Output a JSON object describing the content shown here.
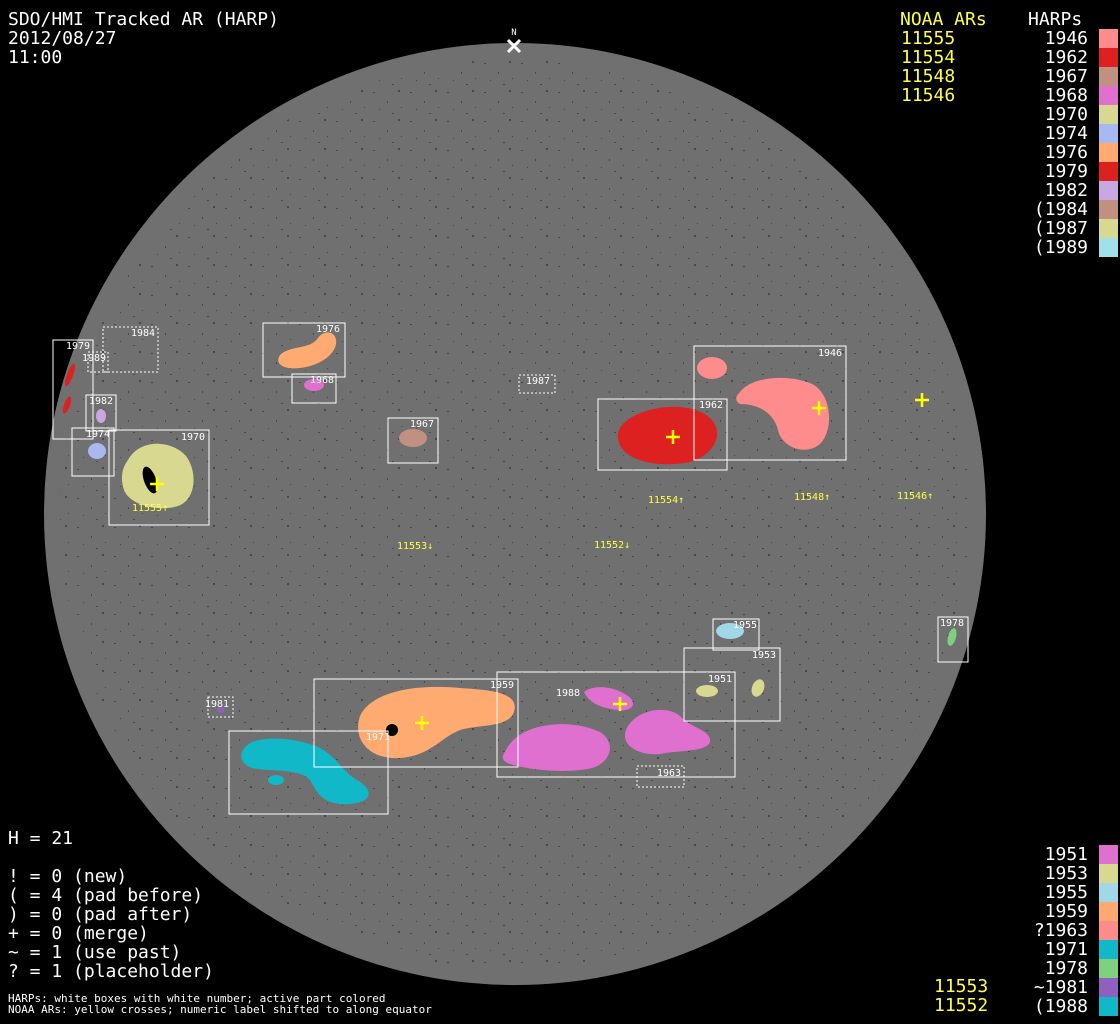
{
  "header": {
    "title": "SDO/HMI Tracked AR (HARP)",
    "date": "2012/08/27",
    "time": "11:00"
  },
  "north_marker": {
    "label": "N"
  },
  "noaa_legend": {
    "heading": "NOAA ARs",
    "top_items": [
      "11555",
      "11554",
      "11548",
      "11546"
    ],
    "bottom_items": [
      "11553",
      "11552"
    ]
  },
  "harp_legend": {
    "heading": "HARPs",
    "top_items": [
      {
        "label": "1946",
        "color": "#ff8c8c"
      },
      {
        "label": "1962",
        "color": "#dd2020"
      },
      {
        "label": "1967",
        "color": "#c09080"
      },
      {
        "label": "1968",
        "color": "#e070d0"
      },
      {
        "label": "1970",
        "color": "#d8d890"
      },
      {
        "label": "1974",
        "color": "#a8b8f0"
      },
      {
        "label": "1976",
        "color": "#ffaa70"
      },
      {
        "label": "1979",
        "color": "#dd2020"
      },
      {
        "label": "1982",
        "color": "#c8a8e0"
      },
      {
        "label": "(1984",
        "color": "#c09080"
      },
      {
        "label": "(1987",
        "color": "#d8d890"
      },
      {
        "label": "(1989",
        "color": "#a0e0e8"
      }
    ],
    "bottom_items": [
      {
        "label": "1951",
        "color": "#e070d0"
      },
      {
        "label": "1953",
        "color": "#d8d890"
      },
      {
        "label": "1955",
        "color": "#a0d8e8"
      },
      {
        "label": "1959",
        "color": "#ffaa70"
      },
      {
        "label": "?1963",
        "color": "#ff8c8c"
      },
      {
        "label": "1971",
        "color": "#10b8c8"
      },
      {
        "label": "1978",
        "color": "#80d080"
      },
      {
        "label": "~1981",
        "color": "#9060c0"
      },
      {
        "label": "(1988",
        "color": "#10b8c8"
      }
    ]
  },
  "stats": {
    "h_line": "H = 21",
    "lines": [
      "! = 0 (new)",
      "( = 4 (pad before)",
      ") = 0 (pad after)",
      "+ = 0 (merge)",
      "~ = 1 (use past)",
      "? = 1 (placeholder)"
    ]
  },
  "footnotes": {
    "line1": "HARPs: white boxes with white number; active part colored",
    "line2": "NOAA ARs: yellow crosses; numeric label shifted to along equator"
  },
  "disk_labels": {
    "harp_box_labels": [
      "1979",
      "1989",
      "1984",
      "1976",
      "1968",
      "1982",
      "1974",
      "1970",
      "1967",
      "1987",
      "1962",
      "1946",
      "1959",
      "1988",
      "1951",
      "1953",
      "1955",
      "1978",
      "1963",
      "1981",
      "1971"
    ],
    "noaa_labels": [
      "11555↑",
      "11554↑",
      "11548↑",
      "11546↑",
      "11553↓",
      "11552↓"
    ]
  },
  "colors": {
    "disk": "#707070",
    "box": "#ffffff",
    "noaa_cross": "#ffff00",
    "noaa_text": "#ffff44"
  }
}
